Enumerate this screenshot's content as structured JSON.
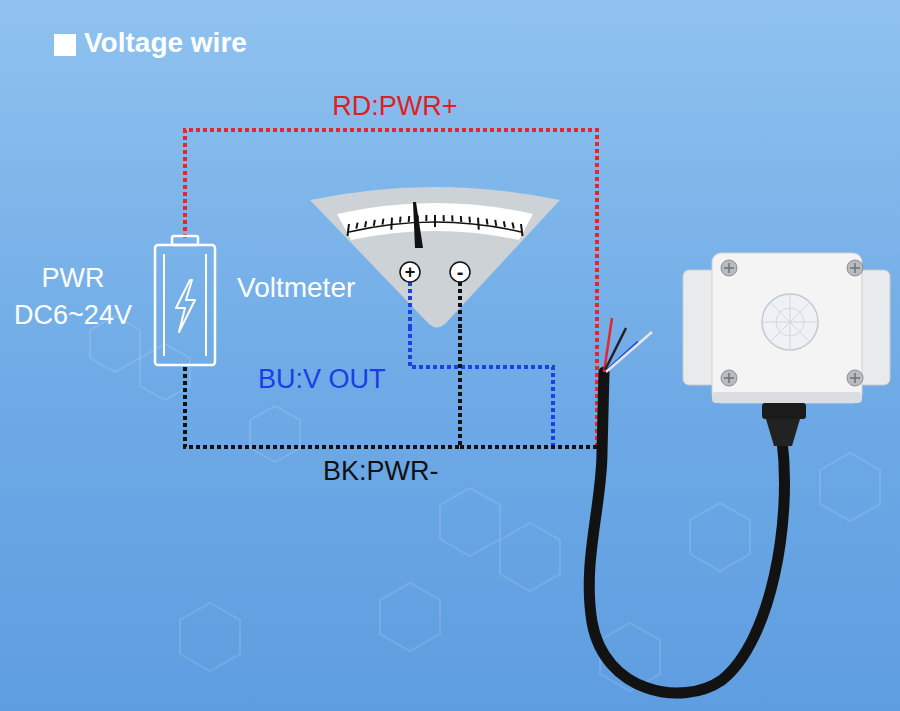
{
  "diagram": {
    "title": "Voltage wire",
    "nodes": [
      {
        "text": [
          "PWR DC6~24V"
        ]
      },
      {
        "text": [
          "Voltmeter",
          "+",
          "-"
        ]
      }
    ],
    "edges": [
      {
        "from": 0,
        "to": 1,
        "arrow": "none"
      }
    ],
    "labels": [
      "RD:PWR+",
      "BU:V OUT",
      "BK:PWR-"
    ]
  }
}
